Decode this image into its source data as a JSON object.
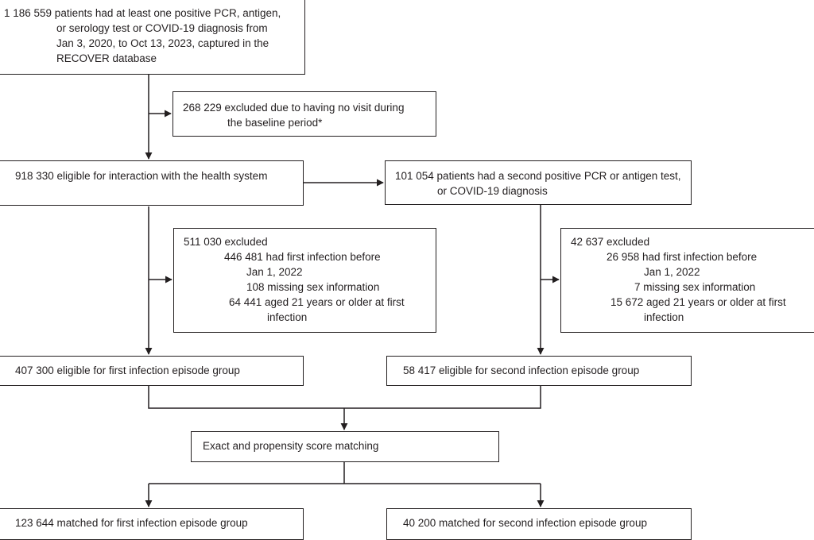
{
  "nodes": {
    "identified": {
      "lines": [
        "1 186 559 patients had at least one positive PCR, antigen,",
        "or serology test or COVID-19 diagnosis from",
        "Jan 3, 2020, to Oct 13, 2023, captured in the",
        "RECOVER database"
      ]
    },
    "excluded_baseline": {
      "lines": [
        "268 229 excluded due to having no visit during",
        "the baseline period*"
      ]
    },
    "eligible_health_system": {
      "lines": [
        "918 330 eligible for interaction with the health system"
      ]
    },
    "second_infection": {
      "lines": [
        "101 054 patients had a second positive PCR or antigen test,",
        "or COVID-19 diagnosis"
      ]
    },
    "excluded_first": {
      "title": "511 030 excluded",
      "lines": [
        "446 481 had first infection before",
        "Jan 1, 2022",
        "108 missing sex information",
        "64 441 aged 21 years or older at first",
        "infection"
      ]
    },
    "excluded_second": {
      "title": "42 637 excluded",
      "lines": [
        "26 958 had first infection before",
        "Jan 1, 2022",
        "7 missing sex information",
        "15 672 aged 21 years or older at first",
        "infection"
      ]
    },
    "eligible_first_episode": {
      "lines": [
        "407 300 eligible for first infection episode group"
      ]
    },
    "eligible_second_episode": {
      "lines": [
        "58 417 eligible for second infection episode group"
      ]
    },
    "matching": {
      "lines": [
        "Exact and propensity score matching"
      ]
    },
    "matched_first": {
      "lines": [
        "123 644 matched for first infection episode group"
      ]
    },
    "matched_second": {
      "lines": [
        "40 200 matched for second infection episode group"
      ]
    }
  },
  "colors": {
    "line": "#231f20",
    "text": "#231f20",
    "background": "#ffffff"
  }
}
